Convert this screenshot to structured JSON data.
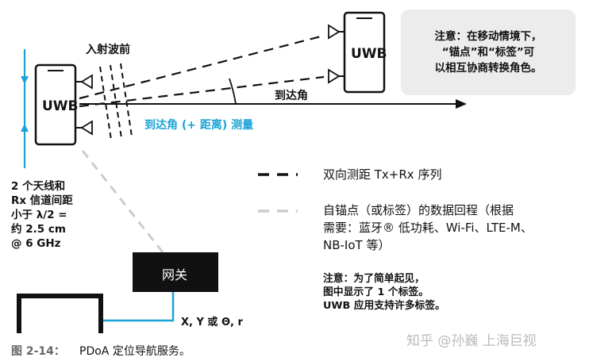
{
  "diagram": {
    "uwb_left_label": "UWB",
    "uwb_right_label": "UWB",
    "incident_wavefront": "入射波前",
    "angle_of_arrival": "到达角",
    "aoa_range_measure": "到达角 (+ 距离) 测量",
    "gateway": "网关",
    "gateway_output": "X, Y 或 Θ, r",
    "antenna_note": [
      "2 个天线和",
      "Rx 信道间距",
      "小于 λ/2 =",
      "约 2.5 cm",
      "@ 6 GHz"
    ],
    "callout_note": [
      "注意：在移动情境下，",
      "“锚点”和“标签”可",
      "以相互协商转换角色。"
    ],
    "legend_twr": "双向测距 Tx+Rx 序列",
    "legend_backhaul": [
      "自锚点（或标签）的数据回程（根据",
      "需要：蓝牙® 低功耗、Wi-Fi、LTE-M、",
      "NB-IoT 等）"
    ],
    "bottom_note": [
      "注意：为了简单起见，",
      "图中显示了 1 个标签。",
      "UWB 应用支持许多标签。"
    ],
    "figure_label": "图 2-14：",
    "figure_caption": "PDoA 定位导航服务。",
    "watermark": "知乎 @孙巍 上海巨视"
  },
  "colors": {
    "blue": "#1ba3d6",
    "gray_dash": "#cccccc",
    "dark": "#111111",
    "note_bg": "#ececec"
  }
}
